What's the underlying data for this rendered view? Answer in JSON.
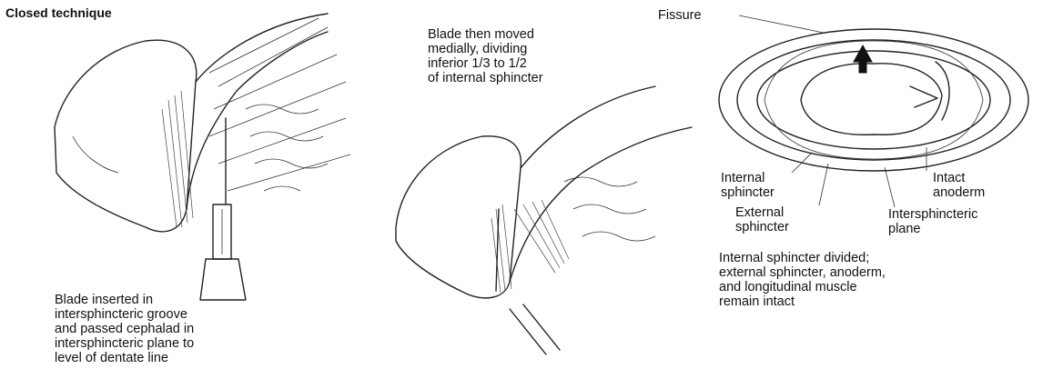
{
  "title": "Closed technique",
  "panel_left": {
    "caption": "Blade inserted in\nintersphincteric groove\nand passed cephalad in\nintersphincteric plane to\nlevel of dentate line"
  },
  "panel_middle": {
    "caption": "Blade then moved\nmedially, dividing\ninferior 1/3 to 1/2\nof internal sphincter"
  },
  "panel_right": {
    "labels": {
      "fissure": "Fissure",
      "internal_sphincter": "Internal\nsphincter",
      "external_sphincter": "External\nsphincter",
      "intersphincteric_plane": "Intersphincteric\nplane",
      "intact_anoderm": "Intact\nanoderm"
    },
    "caption": "Internal sphincter divided;\nexternal sphincter, anoderm,\nand longitudinal muscle\nremain intact"
  }
}
